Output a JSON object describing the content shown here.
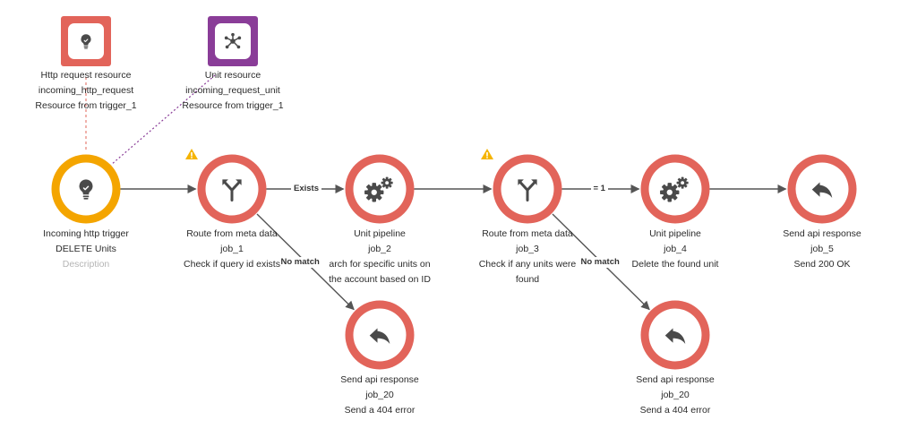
{
  "colors": {
    "node_ring": "#e2645a",
    "trigger_ring": "#f4a500",
    "resource_http": "#e2645a",
    "resource_unit": "#8a3d98",
    "warning": "#f5b400",
    "edge": "#555555",
    "icon": "#4a4a4a"
  },
  "resources": [
    {
      "id": "res_http",
      "icon": "lightbulb-icon",
      "lines": [
        "Http request resource",
        "incoming_http_request",
        "Resource from trigger_1"
      ]
    },
    {
      "id": "res_unit",
      "icon": "network-icon",
      "lines": [
        "Unit resource",
        "incoming_request_unit",
        "Resource from trigger_1"
      ]
    }
  ],
  "nodes": [
    {
      "id": "trigger",
      "icon": "lightbulb-icon",
      "lines": [
        "Incoming http trigger",
        "DELETE Units"
      ],
      "description": "Description",
      "warning": false
    },
    {
      "id": "route1",
      "icon": "route-split-icon",
      "lines": [
        "Route from meta data",
        "job_1",
        "Check if query id exists"
      ],
      "warning": true
    },
    {
      "id": "pipe1",
      "icon": "gears-icon",
      "lines": [
        "Unit pipeline",
        "job_2",
        "arch for specific units on",
        "the account based on ID"
      ],
      "warning": false
    },
    {
      "id": "route2",
      "icon": "route-split-icon",
      "lines": [
        "Route from meta data",
        "job_3",
        "Check if any units were",
        "found"
      ],
      "warning": true
    },
    {
      "id": "pipe2",
      "icon": "gears-icon",
      "lines": [
        "Unit pipeline",
        "job_4",
        "Delete the found unit"
      ],
      "warning": false
    },
    {
      "id": "resp1",
      "icon": "reply-arrow-icon",
      "lines": [
        "Send api response",
        "job_5",
        "Send 200 OK"
      ],
      "warning": false
    },
    {
      "id": "err1",
      "icon": "reply-arrow-icon",
      "lines": [
        "Send api response",
        "job_20",
        "Send a 404 error"
      ],
      "warning": false
    },
    {
      "id": "err2",
      "icon": "reply-arrow-icon",
      "lines": [
        "Send api response",
        "job_20",
        "Send a 404 error"
      ],
      "warning": false
    }
  ],
  "edges": [
    {
      "from": "trigger",
      "to": "route1",
      "label": ""
    },
    {
      "from": "route1",
      "to": "pipe1",
      "label": "Exists"
    },
    {
      "from": "pipe1",
      "to": "route2",
      "label": ""
    },
    {
      "from": "route2",
      "to": "pipe2",
      "label": "= 1"
    },
    {
      "from": "pipe2",
      "to": "resp1",
      "label": ""
    },
    {
      "from": "route1",
      "to": "err1",
      "label": "No match"
    },
    {
      "from": "route2",
      "to": "err2",
      "label": "No match"
    }
  ]
}
